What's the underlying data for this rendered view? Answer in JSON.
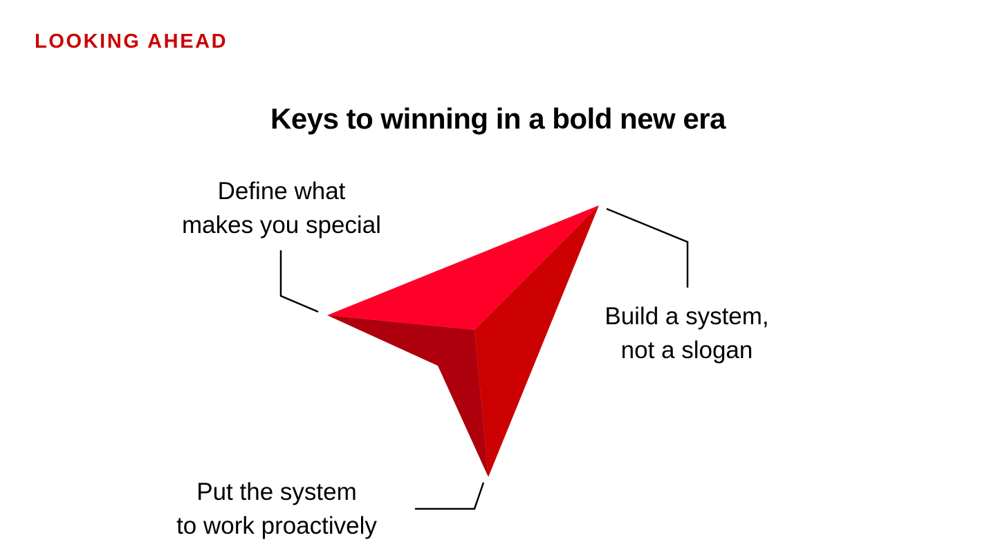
{
  "eyebrow": "LOOKING AHEAD",
  "title": "Keys to winning in a bold new era",
  "labels": {
    "define": [
      "Define what",
      "makes you special"
    ],
    "build": [
      "Build a system,",
      "not a slogan"
    ],
    "put": [
      "Put the system",
      "to work proactively"
    ]
  },
  "colors": {
    "accent": "#cc0000",
    "face_top": "#ff0028",
    "face_right": "#cc0000",
    "face_lower": "#ae000c"
  }
}
